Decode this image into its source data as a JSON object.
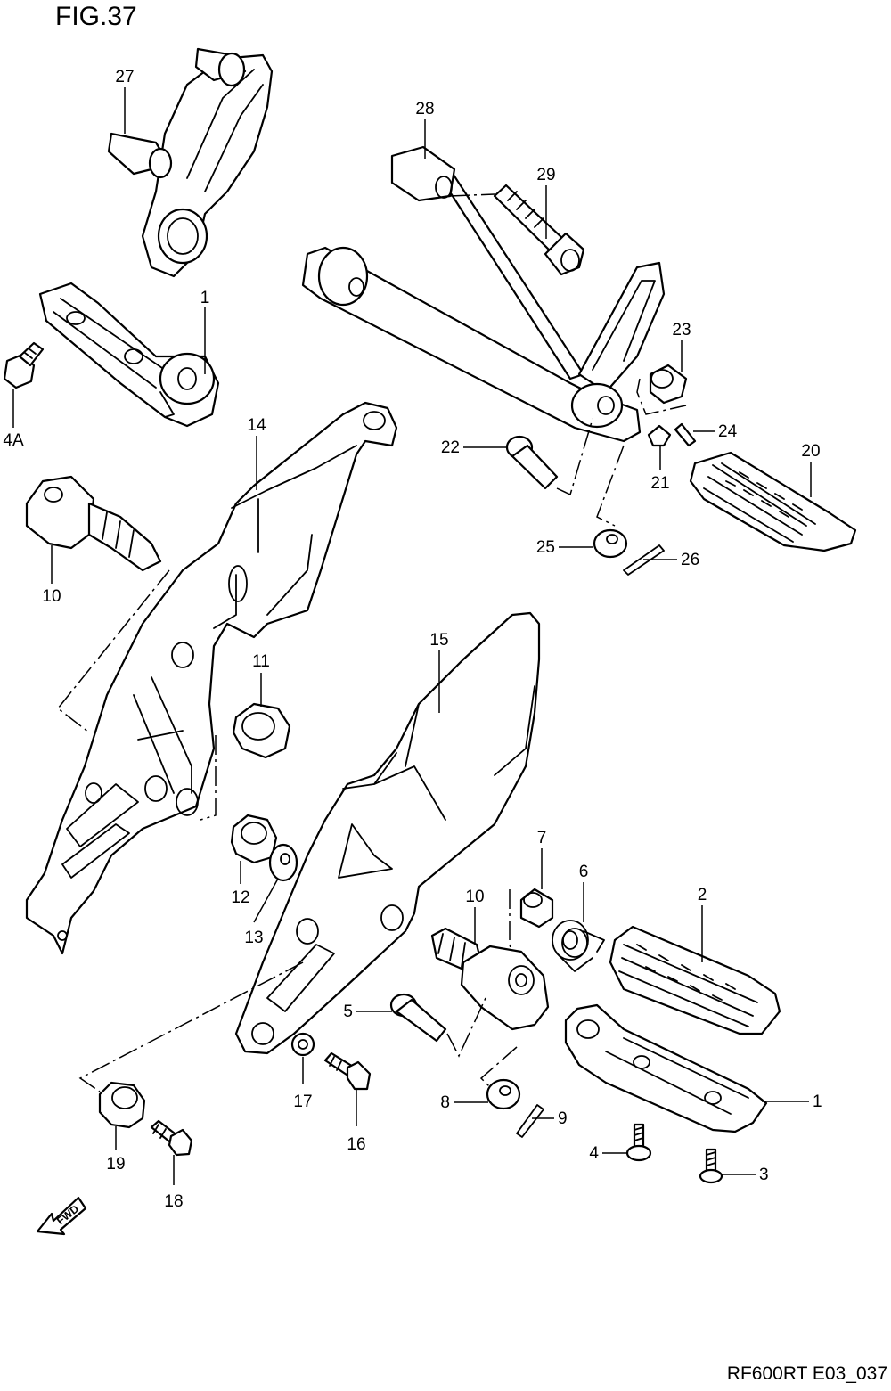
{
  "figure": {
    "title": "FIG.37",
    "code": "RF600RT E03_037",
    "direction_label": "FWD"
  },
  "callouts": {
    "c27": "27",
    "c28": "28",
    "c29": "29",
    "c1a": "1",
    "c4a": "4A",
    "c23": "23",
    "c24": "24",
    "c22": "22",
    "c21": "21",
    "c20": "20",
    "c14": "14",
    "c25": "25",
    "c26": "26",
    "c10a": "10",
    "c15": "15",
    "c11": "11",
    "c7": "7",
    "c6": "6",
    "c2": "2",
    "c10b": "10",
    "c12": "12",
    "c13": "13",
    "c5": "5",
    "c1b": "1",
    "c17": "17",
    "c16": "16",
    "c8": "8",
    "c9": "9",
    "c4": "4",
    "c3": "3",
    "c19": "19",
    "c18": "18"
  }
}
